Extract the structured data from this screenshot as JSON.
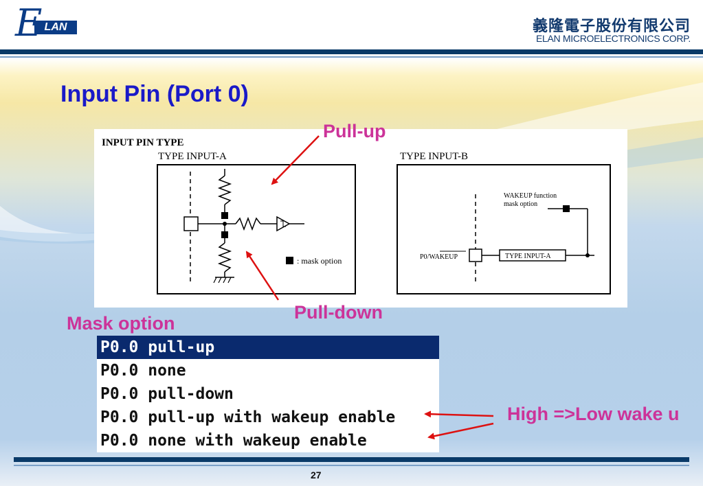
{
  "header": {
    "logo_e": "E",
    "logo_text": "LAN",
    "company_cn": "義隆電子股份有限公司",
    "company_en": "ELAN MICROELECTRONICS CORP."
  },
  "slide": {
    "title": "Input Pin (Port 0)",
    "page_number": "27"
  },
  "diagram": {
    "heading": "INPUT PIN TYPE",
    "type_a_label": "TYPE INPUT-A",
    "type_b_label": "TYPE INPUT-B",
    "mask_legend": ": mask option",
    "wakeup_note_line1": "WAKEUP function",
    "wakeup_note_line2": "mask option",
    "pin_label": "P0/WAKEUP",
    "inner_box_label": "TYPE INPUT-A"
  },
  "annotations": {
    "pull_up": "Pull-up",
    "pull_down": "Pull-down",
    "mask_option": "Mask option",
    "wake": "High =>Low wake u"
  },
  "options": {
    "items": [
      {
        "label": "P0.0 pull-up",
        "selected": true
      },
      {
        "label": "P0.0 none",
        "selected": false
      },
      {
        "label": "P0.0 pull-down",
        "selected": false
      },
      {
        "label": "P0.0 pull-up with wakeup enable",
        "selected": false
      },
      {
        "label": "P0.0 none with wakeup enable",
        "selected": false
      }
    ]
  },
  "colors": {
    "title": "#1a1ac8",
    "annotation": "#cc3399",
    "arrow": "#dd1111",
    "rule": "#0a3a68",
    "selection": "#0a2a6e"
  }
}
